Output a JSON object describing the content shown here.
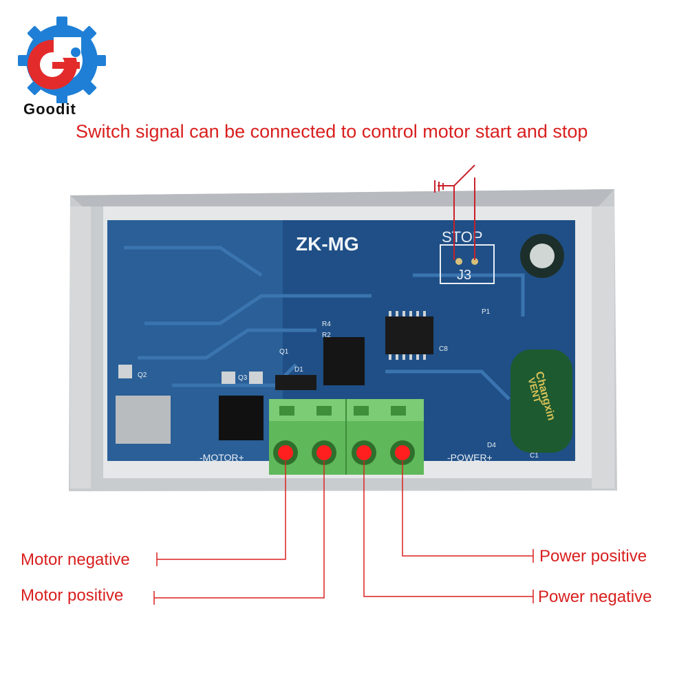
{
  "brand": {
    "name": "Goodit",
    "logo_icon": "gear-g-logo-icon"
  },
  "headline": "Switch signal can be connected to control motor start and stop",
  "board": {
    "model": "ZK-MG",
    "stop_label": "STOP",
    "jumper_label": "J3",
    "motor_silk": "-MOTOR+",
    "power_silk": "-POWER+",
    "capacitor_brand": "Changxin",
    "capacitor_vent": "VENT",
    "components": [
      "R4",
      "R2",
      "Q1",
      "Q2",
      "Q3",
      "D1",
      "D4",
      "P1",
      "C8",
      "C1"
    ]
  },
  "callouts": {
    "motor_negative": "Motor negative",
    "motor_positive": "Motor positive",
    "power_positive": "Power positive",
    "power_negative": "Power negative"
  },
  "colors": {
    "headline": "#d8201f",
    "pcb": "#1f4f86",
    "terminal": "#5fb85a",
    "case": "#c9cccf"
  }
}
